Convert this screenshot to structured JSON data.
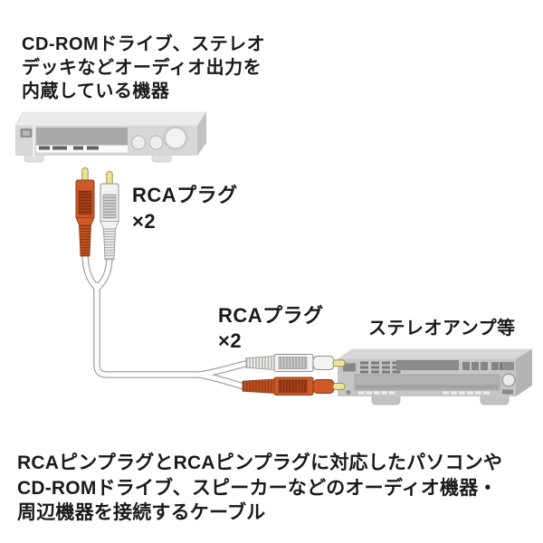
{
  "labels": {
    "source_device": "CD-ROMドライブ、ステレオ\nデッキなどオーディオ出力を\n内蔵している機器",
    "rca_plug_upper": "RCAプラグ\n×2",
    "rca_plug_lower": "RCAプラグ\n×2",
    "amplifier": "ステレオアンプ等",
    "description": "RCAピンプラグとRCAピンプラグに対応したパソコンや\nCD-ROMドライブ、スピーカーなどのオーディオ機器・\n周辺機器を接続するケーブル"
  },
  "illustration": {
    "source_device_icon": "stereo-deck-icon",
    "amplifier_icon": "stereo-amplifier-icon",
    "cable_icon": "y-split-rca-cable-icon",
    "plug_count_per_end": "2",
    "plug_colors": {
      "red_channel": "#cd5a27",
      "white_channel": "#f3f3f1",
      "pin_gold": "#ece39e"
    },
    "cable_color": "#fdfdfd",
    "device_gray": "#d7d7d7",
    "text_color": "#1a1a1a",
    "background": "#ffffff"
  }
}
